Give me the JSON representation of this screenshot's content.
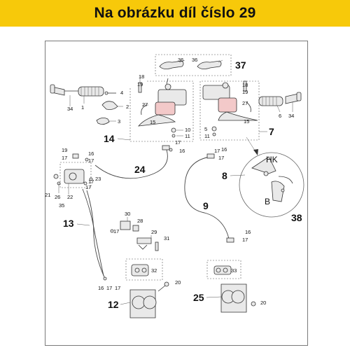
{
  "header": {
    "title": "Na obrázku díl číslo 29",
    "background": "#f7c90a"
  },
  "labels": {
    "l1": "1",
    "l2": "2",
    "l3": "3",
    "l4": "4",
    "l5": "5",
    "l6": "6",
    "l7": "7",
    "l8": "8",
    "l9": "9",
    "l10": "10",
    "l11": "11",
    "l12": "12",
    "l13": "13",
    "l14": "14",
    "l15": "15",
    "l16": "16",
    "l17": "17",
    "l18": "18",
    "l19": "19",
    "l20": "20",
    "l21": "21",
    "l22": "22",
    "l23": "23",
    "l24": "24",
    "l25": "25",
    "l26": "26",
    "l27": "27",
    "l28": "28",
    "l29": "29",
    "l30": "30",
    "l31": "31",
    "l32": "32",
    "l33": "33",
    "l34": "34",
    "l35": "35",
    "l36": "36",
    "l37": "37",
    "l38": "38",
    "hk": "HK",
    "b": "B"
  }
}
